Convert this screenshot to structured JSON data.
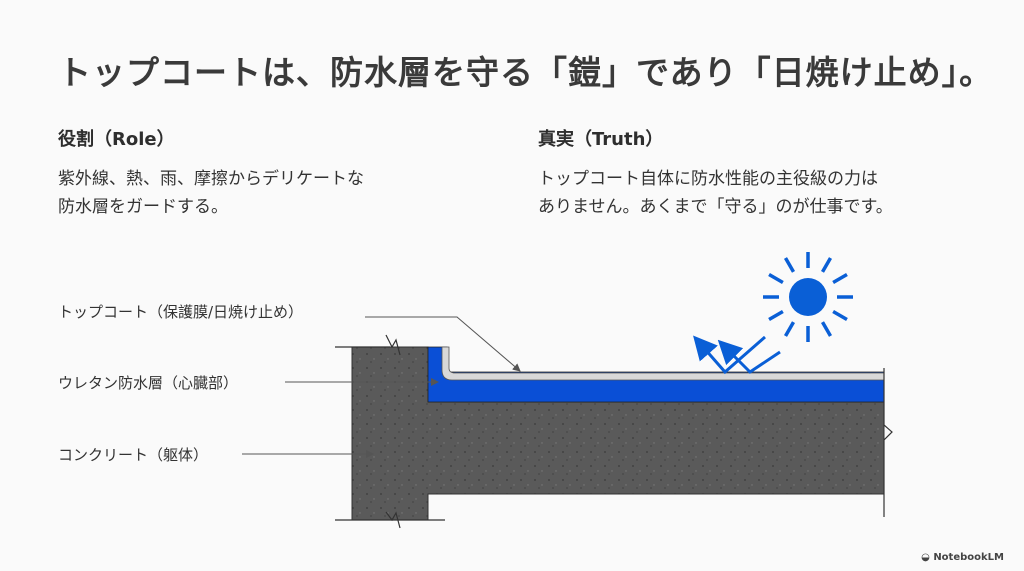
{
  "title": "トップコートは、防水層を守る「鎧」であり「日焼け止め」。",
  "role": {
    "heading": "役割（Role）",
    "lines": [
      "紫外線、熱、雨、摩擦からデリケートな",
      "防水層をガードする。"
    ]
  },
  "truth": {
    "heading": "真実（Truth）",
    "lines": [
      "トップコート自体に防水性能の主役級の力は",
      "ありません。あくまで「守る」のが仕事です。"
    ]
  },
  "diagram": {
    "labels": {
      "topcoat": "トップコート（保護膜/日焼け止め）",
      "urethane": "ウレタン防水層（心臓部）",
      "concrete": "コンクリート（躯体）"
    },
    "colors": {
      "urethane": "#0a4fd6",
      "topcoat": "#d8d8d8",
      "concrete": "#5a5a5a",
      "sun": "#0a5fd6"
    },
    "icons": [
      "sun-icon",
      "reflection-arrows-icon"
    ]
  },
  "brand": "NotebookLM"
}
